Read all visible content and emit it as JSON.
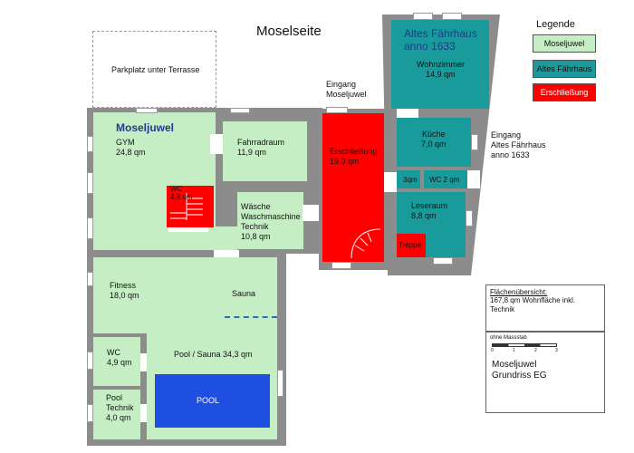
{
  "header": {
    "title": "Moselseite"
  },
  "parking": {
    "label": "Parkplatz unter Terrasse"
  },
  "entrances": {
    "moseljuwel": "Eingang\nMoseljuwel",
    "faehrhaus": "Eingang\nAltes Fährhaus\nanno 1633"
  },
  "sections": {
    "moseljuwel_title": "Moseljuwel",
    "faehrhaus_title": "Altes Fährhaus\nanno 1633"
  },
  "rooms": {
    "gym": "GYM\n24,8 qm",
    "fahrradraum": "Fahrradraum\n11,9 qm",
    "wc_small": "WC\n4,8 qm",
    "waesche": "Wäsche\nWaschmaschine\nTechnik\n10,8 qm",
    "fitness": "Fitness\n18,0 qm",
    "sauna": "Sauna",
    "wc": "WC\n4,9 qm",
    "pool_sauna": "Pool / Sauna 34,3 qm",
    "pool": "POOL",
    "pool_technik": "Pool\nTechnik\n4,0 qm",
    "erschliessung": "Erschließung\n19,0 qm",
    "wohnzimmer": "Wohnzimmer\n14,9 qm",
    "kueche": "Küche\n7,0 qm",
    "flur": "3qm",
    "wc_faehrhaus": "WC 2 qm",
    "leseraum": "Leseraum\n8,8 qm",
    "treppe": "Treppe"
  },
  "legend": {
    "title": "Legende",
    "items": [
      {
        "label": "Moseljuwel",
        "color": "#c6eec4",
        "text_color": "#111111"
      },
      {
        "label": "Altes Fährhaus",
        "color": "#1a9b9b",
        "text_color": "#111111"
      },
      {
        "label": "Erschließung",
        "color": "#ff0000",
        "text_color": "#ffffff"
      }
    ]
  },
  "area_overview": {
    "title": "Flächenübersicht:",
    "text": "167,8 qm Wohnfläche inkl.\nTechnik"
  },
  "title_block": {
    "scale_label": "ohne Massstab",
    "scale_ticks": [
      "0",
      "1",
      "2",
      "3"
    ],
    "plan_title": "Moseljuwel\nGrundriss EG"
  },
  "colors": {
    "moseljuwel": "#c6eec4",
    "faehrhaus": "#1a9b9b",
    "erschliessung": "#ff0000",
    "wall": "#8c8c8c",
    "title_blue": "#1f3a8f",
    "pool_blue": "#1e4fe0"
  }
}
